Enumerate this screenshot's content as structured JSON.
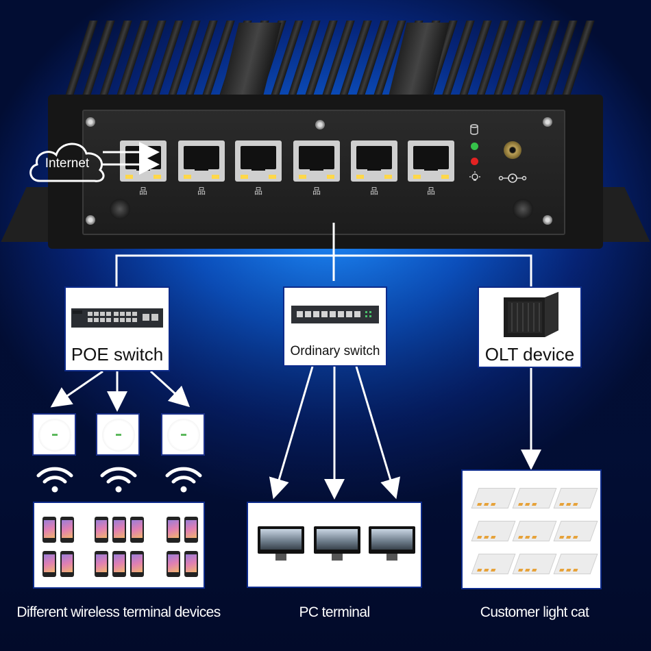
{
  "cloud": {
    "label": "Internet"
  },
  "devices": {
    "poe_switch": {
      "label": "POE switch"
    },
    "ordinary_switch": {
      "label": "Ordinary switch"
    },
    "olt_device": {
      "label": "OLT device"
    }
  },
  "captions": {
    "wireless": "Different wireless terminal devices",
    "pc": "PC terminal",
    "cat": "Customer light cat"
  },
  "router": {
    "lan_port_count": 6,
    "led_colors": [
      "#36c24a",
      "#e32222"
    ]
  },
  "colors": {
    "background": "#0c55c8",
    "box_border": "#0c2a8a",
    "line": "#ffffff"
  }
}
